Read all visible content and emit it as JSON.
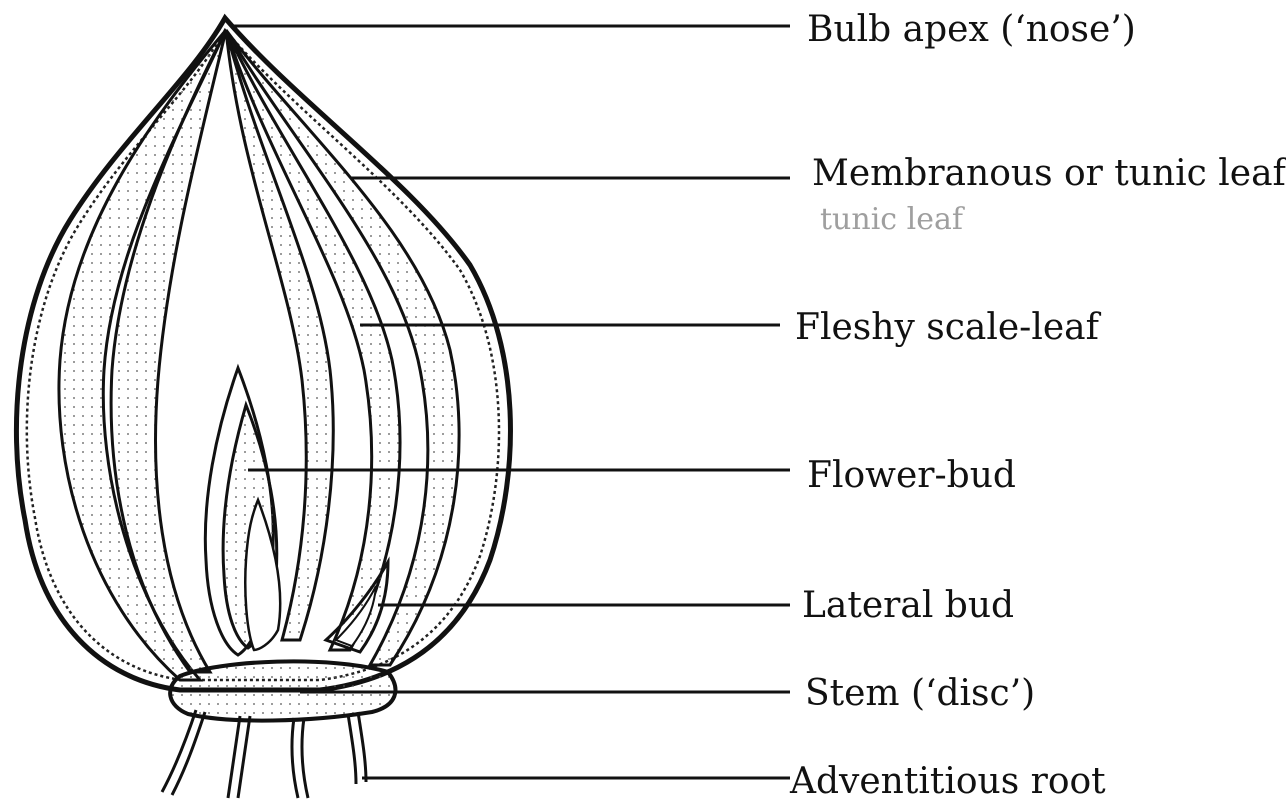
{
  "labels": {
    "apex": "Bulb apex (‘nose’)",
    "tunic": "Membranous or tunic leaf",
    "tunic_ghost": "tunic leaf",
    "scale": "Fleshy scale-leaf",
    "flower_bud": "Flower-bud",
    "lateral_bud": "Lateral bud",
    "stem": "Stem (‘disc’)",
    "root": "Adventitious root"
  }
}
